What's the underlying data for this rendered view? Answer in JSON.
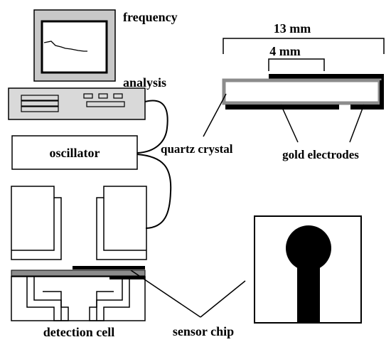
{
  "labels": {
    "frequency": "frequency",
    "analysis": "analysis",
    "oscillator": "oscillator",
    "quartz_crystal": "quartz crystal",
    "gold_electrodes": "gold electrodes",
    "detection_cell": "detection cell",
    "sensor_chip": "sensor chip",
    "dim_13mm": "13 mm",
    "dim_4mm": "4 mm"
  },
  "colors": {
    "monitor_frame": "#c8c8c8",
    "analyzer_body": "#d9d9d9",
    "quartz_gray": "#8c8c8c",
    "electrode_black": "#000000"
  }
}
